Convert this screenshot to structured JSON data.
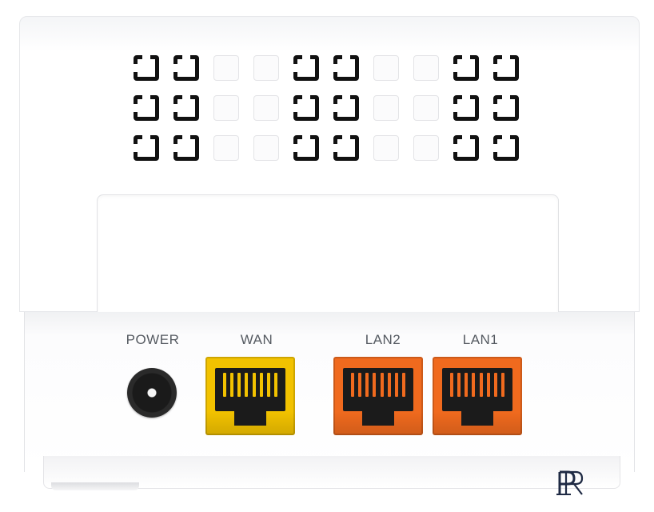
{
  "ports": {
    "power_label": "POWER",
    "wan_label": "WAN",
    "lan2_label": "LAN2",
    "lan1_label": "LAN1"
  },
  "colors": {
    "wan_port": "#f2c200",
    "lan_port": "#f06a1e",
    "body": "#ffffff",
    "label_text": "#555a61"
  },
  "vents": {
    "columns": 10,
    "rows": 3,
    "open_columns": [
      0,
      1,
      4,
      5,
      8,
      9
    ]
  },
  "logo": "PR"
}
